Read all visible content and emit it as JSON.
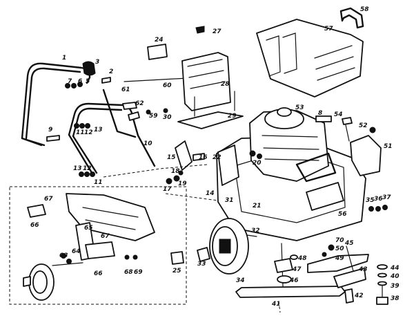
{
  "callouts": [
    {
      "key": "c1",
      "text": "1"
    },
    {
      "key": "c2",
      "text": "2"
    },
    {
      "key": "c3",
      "text": "3"
    },
    {
      "key": "c5",
      "text": "5"
    },
    {
      "key": "c6",
      "text": "6"
    },
    {
      "key": "c7",
      "text": "7"
    },
    {
      "key": "c8",
      "text": "8"
    },
    {
      "key": "c9",
      "text": "9"
    },
    {
      "key": "c10",
      "text": "10"
    },
    {
      "key": "c11a",
      "text": "11"
    },
    {
      "key": "c11b",
      "text": "11"
    },
    {
      "key": "c12a",
      "text": "12"
    },
    {
      "key": "c12b",
      "text": "12"
    },
    {
      "key": "c13a",
      "text": "13"
    },
    {
      "key": "c13b",
      "text": "13"
    },
    {
      "key": "c14",
      "text": "14"
    },
    {
      "key": "c15",
      "text": "15"
    },
    {
      "key": "c16",
      "text": "16"
    },
    {
      "key": "c17",
      "text": "17"
    },
    {
      "key": "c18",
      "text": "18"
    },
    {
      "key": "c19",
      "text": "19"
    },
    {
      "key": "c20",
      "text": "20"
    },
    {
      "key": "c21",
      "text": "21"
    },
    {
      "key": "c22",
      "text": "22"
    },
    {
      "key": "c24",
      "text": "24"
    },
    {
      "key": "c25",
      "text": "25"
    },
    {
      "key": "c27",
      "text": "27"
    },
    {
      "key": "c28",
      "text": "28"
    },
    {
      "key": "c29",
      "text": "29"
    },
    {
      "key": "c30",
      "text": "30"
    },
    {
      "key": "c31",
      "text": "31"
    },
    {
      "key": "c32",
      "text": "32"
    },
    {
      "key": "c33",
      "text": "33"
    },
    {
      "key": "c34",
      "text": "34"
    },
    {
      "key": "c35",
      "text": "35"
    },
    {
      "key": "c36",
      "text": "36"
    },
    {
      "key": "c37",
      "text": "37"
    },
    {
      "key": "c38",
      "text": "38"
    },
    {
      "key": "c39",
      "text": "39"
    },
    {
      "key": "c40",
      "text": "40"
    },
    {
      "key": "c41",
      "text": "41"
    },
    {
      "key": "c42",
      "text": "42"
    },
    {
      "key": "c43",
      "text": "43"
    },
    {
      "key": "c44",
      "text": "44"
    },
    {
      "key": "c45",
      "text": "45"
    },
    {
      "key": "c46",
      "text": "46"
    },
    {
      "key": "c47",
      "text": "47"
    },
    {
      "key": "c48",
      "text": "48"
    },
    {
      "key": "c49",
      "text": "49"
    },
    {
      "key": "c50",
      "text": "50"
    },
    {
      "key": "c51",
      "text": "51"
    },
    {
      "key": "c52",
      "text": "52"
    },
    {
      "key": "c53",
      "text": "53"
    },
    {
      "key": "c54",
      "text": "54"
    },
    {
      "key": "c56",
      "text": "56"
    },
    {
      "key": "c57",
      "text": "57"
    },
    {
      "key": "c58",
      "text": "58"
    },
    {
      "key": "c59",
      "text": "59"
    },
    {
      "key": "c60",
      "text": "60"
    },
    {
      "key": "c61",
      "text": "61"
    },
    {
      "key": "c62",
      "text": "62"
    },
    {
      "key": "c63",
      "text": "63"
    },
    {
      "key": "c64",
      "text": "64"
    },
    {
      "key": "c65",
      "text": "65"
    },
    {
      "key": "c66a",
      "text": "66"
    },
    {
      "key": "c66b",
      "text": "66"
    },
    {
      "key": "c67a",
      "text": "67"
    },
    {
      "key": "c67b",
      "text": "67"
    },
    {
      "key": "c68",
      "text": "68"
    },
    {
      "key": "c69",
      "text": "69"
    },
    {
      "key": "c70",
      "text": "70"
    }
  ]
}
